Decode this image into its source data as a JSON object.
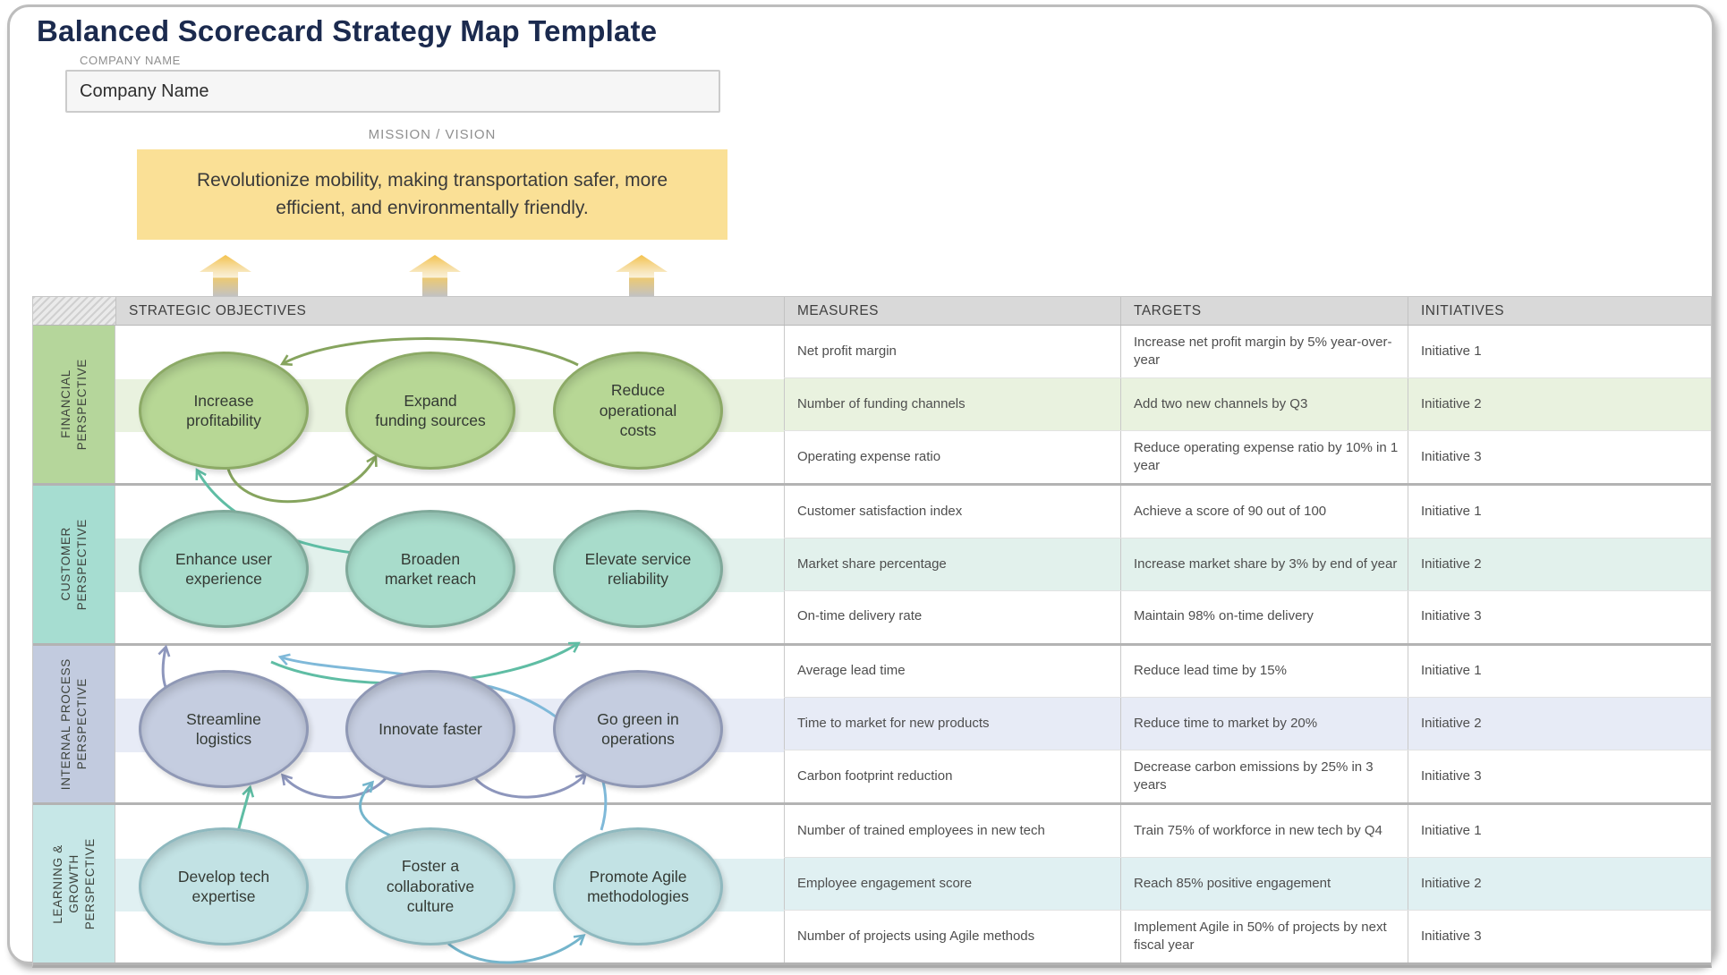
{
  "title": "Balanced Scorecard Strategy Map Template",
  "title_color": "#1b2a4e",
  "company": {
    "label": "COMPANY NAME",
    "value": "Company Name"
  },
  "mission": {
    "label": "MISSION / VISION",
    "text": "Revolutionize mobility, making transportation safer, more efficient, and environmentally friendly.",
    "box_color": "#fae096"
  },
  "table": {
    "headers": {
      "objectives": "STRATEGIC OBJECTIVES",
      "measures": "MEASURES",
      "targets": "TARGETS",
      "initiatives": "INITIATIVES"
    }
  },
  "arrow_colors": {
    "green": "#86a45e",
    "teal": "#5fbda4",
    "lightblue": "#7fb9d9",
    "purple": "#8d96bc",
    "blue": "#74b5cc"
  },
  "sections": [
    {
      "name": "financial",
      "label_lines": [
        "FINANCIAL",
        "PERSPECTIVE"
      ],
      "colors": {
        "sidebar": "#b5d69b",
        "ellipse_fill": "#b7d795",
        "ellipse_stroke": "#8caa66",
        "band": "#e9f2df"
      },
      "objectives": [
        "Increase\nprofitability",
        "Expand\nfunding sources",
        "Reduce\noperational\ncosts"
      ],
      "rows": [
        {
          "measure": "Net profit margin",
          "target": "Increase net profit margin by 5% year-over-year",
          "initiative": "Initiative 1"
        },
        {
          "measure": "Number of funding channels",
          "target": "Add two new channels by Q3",
          "initiative": "Initiative 2"
        },
        {
          "measure": "Operating expense ratio",
          "target": "Reduce operating expense ratio by 10% in 1 year",
          "initiative": "Initiative 3"
        }
      ]
    },
    {
      "name": "customer",
      "label_lines": [
        "CUSTOMER",
        "PERSPECTIVE"
      ],
      "colors": {
        "sidebar": "#a6ddd1",
        "ellipse_fill": "#a8dccb",
        "ellipse_stroke": "#7fa99a",
        "band": "#e2f1ec"
      },
      "objectives": [
        "Enhance user\nexperience",
        "Broaden\nmarket reach",
        "Elevate service\nreliability"
      ],
      "rows": [
        {
          "measure": "Customer satisfaction index",
          "target": "Achieve a score of 90 out of 100",
          "initiative": "Initiative 1"
        },
        {
          "measure": "Market share percentage",
          "target": "Increase market share by 3% by end of year",
          "initiative": "Initiative 2"
        },
        {
          "measure": "On-time delivery rate",
          "target": "Maintain 98% on-time delivery",
          "initiative": "Initiative 3"
        }
      ]
    },
    {
      "name": "internal",
      "label_lines": [
        "INTERNAL PROCESS",
        "PERSPECTIVE"
      ],
      "colors": {
        "sidebar": "#c2cbdf",
        "ellipse_fill": "#c5cde0",
        "ellipse_stroke": "#8f98b5",
        "band": "#e7ebf6"
      },
      "objectives": [
        "Streamline\nlogistics",
        "Innovate faster",
        "Go green in\noperations"
      ],
      "rows": [
        {
          "measure": "Average lead time",
          "target": "Reduce lead time by 15%",
          "initiative": "Initiative 1"
        },
        {
          "measure": "Time to market for new products",
          "target": "Reduce time to market by 20%",
          "initiative": "Initiative 2"
        },
        {
          "measure": "Carbon footprint reduction",
          "target": "Decrease carbon emissions by 25% in 3 years",
          "initiative": "Initiative 3"
        }
      ]
    },
    {
      "name": "learning",
      "label_lines": [
        "LEARNING &",
        "GROWTH",
        "PERSPECTIVE"
      ],
      "colors": {
        "sidebar": "#c6e7e7",
        "ellipse_fill": "#c2e2e4",
        "ellipse_stroke": "#8fb9bf",
        "band": "#e0f0f2"
      },
      "objectives": [
        "Develop tech\nexpertise",
        "Foster a\ncollaborative\nculture",
        "Promote Agile\nmethodologies"
      ],
      "rows": [
        {
          "measure": "Number of trained employees in new tech",
          "target": "Train 75% of workforce in new tech by Q4",
          "initiative": "Initiative 1"
        },
        {
          "measure": "Employee engagement score",
          "target": "Reach 85% positive engagement",
          "initiative": "Initiative 2"
        },
        {
          "measure": "Number of projects using Agile methods",
          "target": "Implement Agile in 50% of projects by next fiscal year",
          "initiative": "Initiative 3"
        }
      ]
    }
  ],
  "connections": [
    {
      "from": "financial-3",
      "to": "financial-1",
      "color": "green"
    },
    {
      "from": "financial-1",
      "to": "financial-2",
      "color": "green"
    },
    {
      "from": "customer-2",
      "to": "financial-1",
      "color": "teal"
    },
    {
      "from": "customer-1",
      "to": "customer-3",
      "color": "teal"
    },
    {
      "from": "learning-3",
      "to": "customer-1",
      "color": "lightblue"
    },
    {
      "from": "internal-1",
      "to": "customer-1",
      "color": "purple"
    },
    {
      "from": "internal-2",
      "to": "internal-1",
      "color": "purple"
    },
    {
      "from": "internal-2",
      "to": "internal-3",
      "color": "purple"
    },
    {
      "from": "learning-1",
      "to": "internal-1",
      "color": "teal"
    },
    {
      "from": "learning-2",
      "to": "internal-2",
      "color": "blue"
    },
    {
      "from": "learning-2",
      "to": "learning-3",
      "color": "blue"
    }
  ]
}
